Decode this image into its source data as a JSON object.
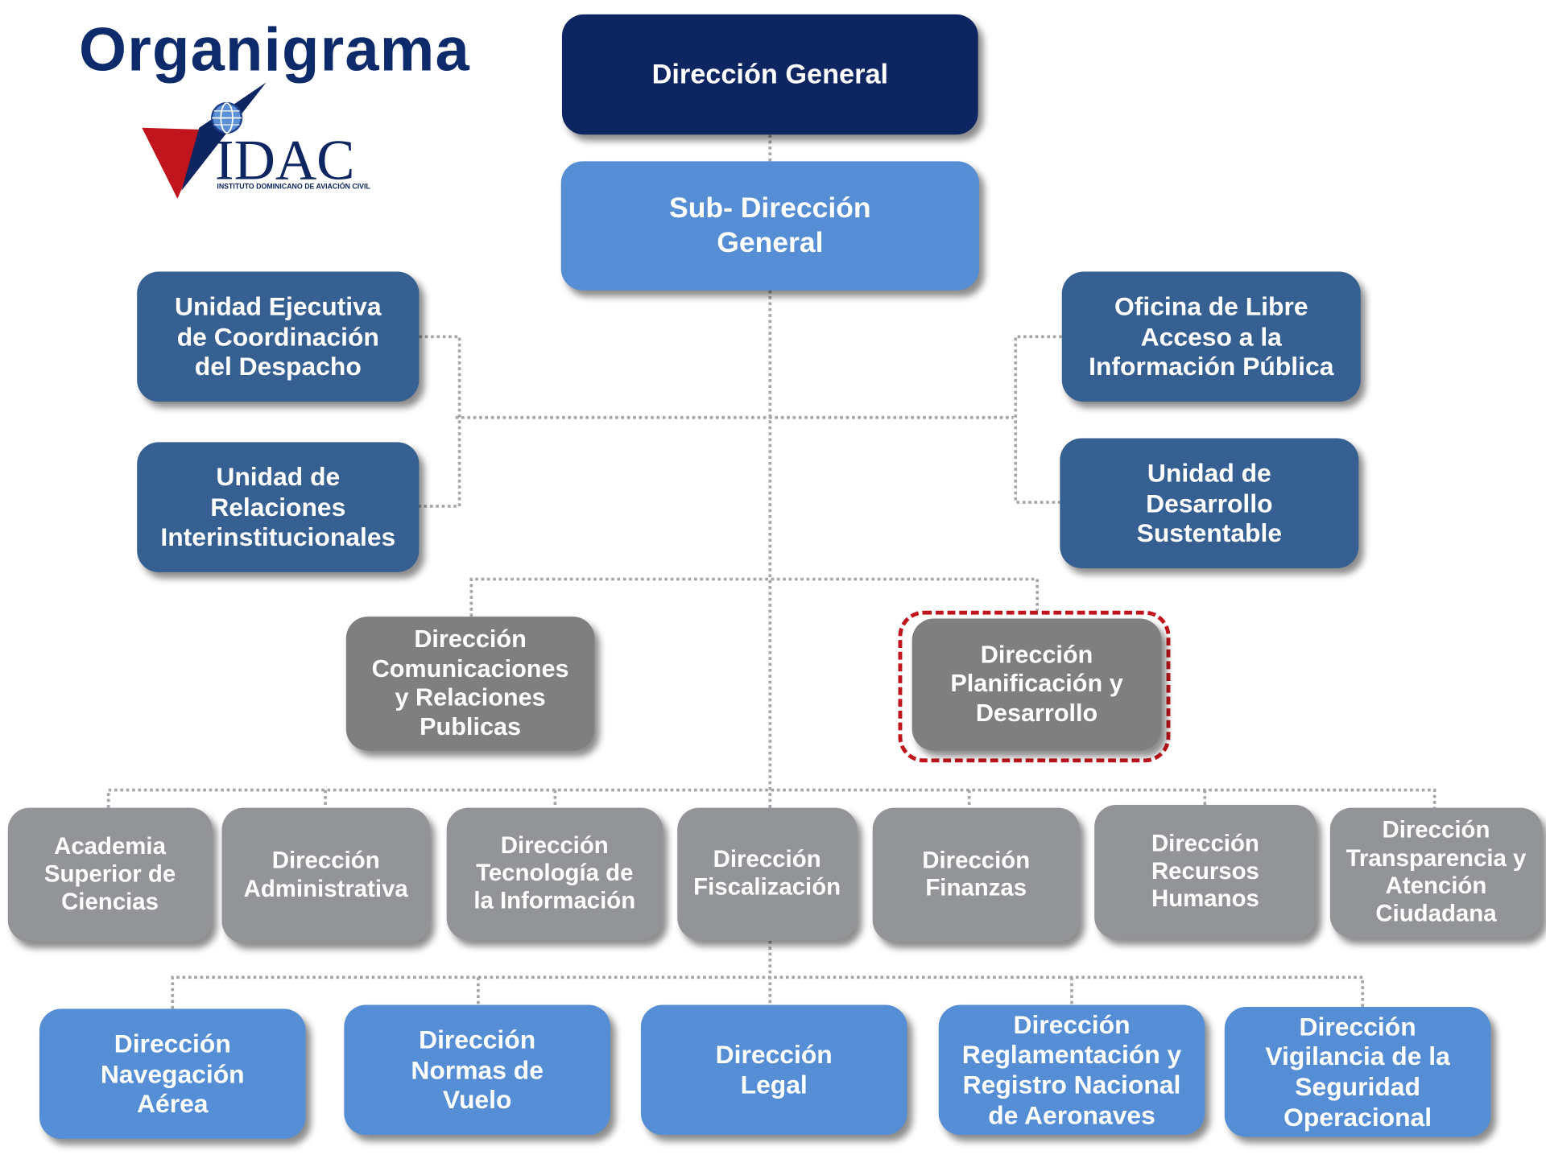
{
  "header": {
    "title": "Organigrama",
    "logo": {
      "text": "IDAC",
      "subtitle": "INSTITUTO DOMINICANO DE AVIACIÓN CIVIL"
    }
  },
  "nodes": {
    "direccion_general": "Dirección General",
    "sub_direccion": "Sub- Dirección\nGeneral",
    "unidad_ejecutiva": "Unidad Ejecutiva\nde Coordinación\ndel Despacho",
    "unidad_relaciones": "Unidad de\nRelaciones\nInterinstitucionales",
    "oficina_libre_acceso": "Oficina de Libre\nAcceso a la\nInformación Pública",
    "unidad_desarrollo": "Unidad de\nDesarrollo\nSustentable",
    "dir_comunicaciones": "Dirección\nComunicaciones\ny Relaciones\nPublicas",
    "dir_planificacion": "Dirección\nPlanificación y\nDesarrollo",
    "academia": "Academia\nSuperior de\nCiencias",
    "dir_administrativa": "Dirección\nAdministrativa",
    "dir_tecnologia": "Dirección\nTecnología de\nla Información",
    "dir_fiscalizacion": "Dirección\nFiscalización",
    "dir_finanzas": "Dirección\nFinanzas",
    "dir_rrhh": "Dirección\nRecursos\nHumanos",
    "dir_transparencia": "Dirección\nTransparencia y\nAtención\nCiudadana",
    "dir_navegacion": "Dirección\nNavegación\nAérea",
    "dir_normas": "Dirección\nNormas de\nVuelo",
    "dir_legal": "Dirección\nLegal",
    "dir_reglamentacion": "Dirección\nReglamentación y\nRegistro Nacional\nde Aeronaves",
    "dir_vigilancia": "Dirección\nVigilancia de la\nSeguridad\nOperacional"
  },
  "colors": {
    "navy": "#0d2560",
    "light_blue": "#558ed5",
    "steel_blue": "#376092",
    "dark_gray": "#7f7f7f",
    "mid_gray": "#929497",
    "highlight": "#c0151d",
    "connector": "#a6a6a6"
  }
}
